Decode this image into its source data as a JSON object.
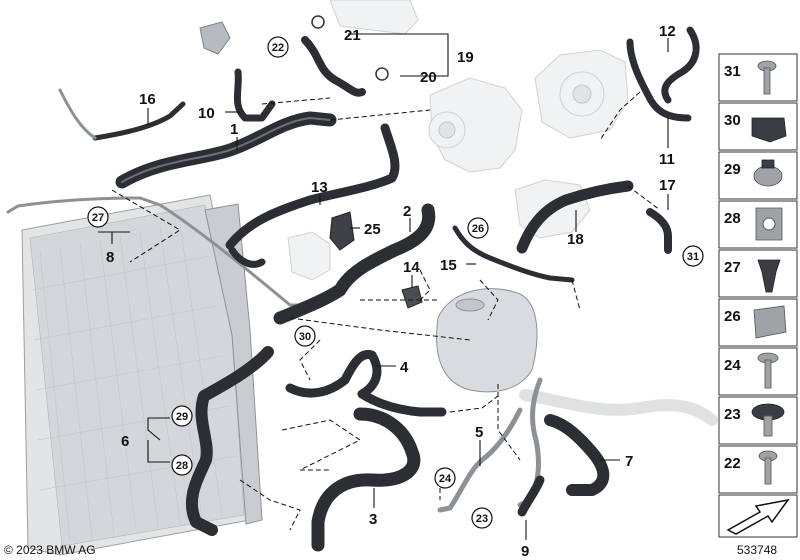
{
  "callouts": {
    "c1": "1",
    "c2": "2",
    "c3": "3",
    "c4": "4",
    "c5": "5",
    "c6": "6",
    "c7": "7",
    "c8": "8",
    "c9": "9",
    "c10": "10",
    "c11": "11",
    "c12": "12",
    "c13": "13",
    "c14": "14",
    "c15": "15",
    "c16": "16",
    "c17": "17",
    "c18": "18",
    "c19": "19",
    "c20": "20",
    "c21": "21",
    "c25": "25"
  },
  "circled": {
    "c22": "22",
    "c23": "23",
    "c24": "24",
    "c26": "26",
    "c27": "27",
    "c28": "28",
    "c29": "29",
    "c30": "30",
    "c31": "31"
  },
  "side_panel": {
    "items": [
      "31",
      "30",
      "29",
      "28",
      "27",
      "26",
      "24",
      "23",
      "22"
    ]
  },
  "footer": {
    "copyright": "© 2023 BMW AG",
    "diagram_number": "533748"
  }
}
